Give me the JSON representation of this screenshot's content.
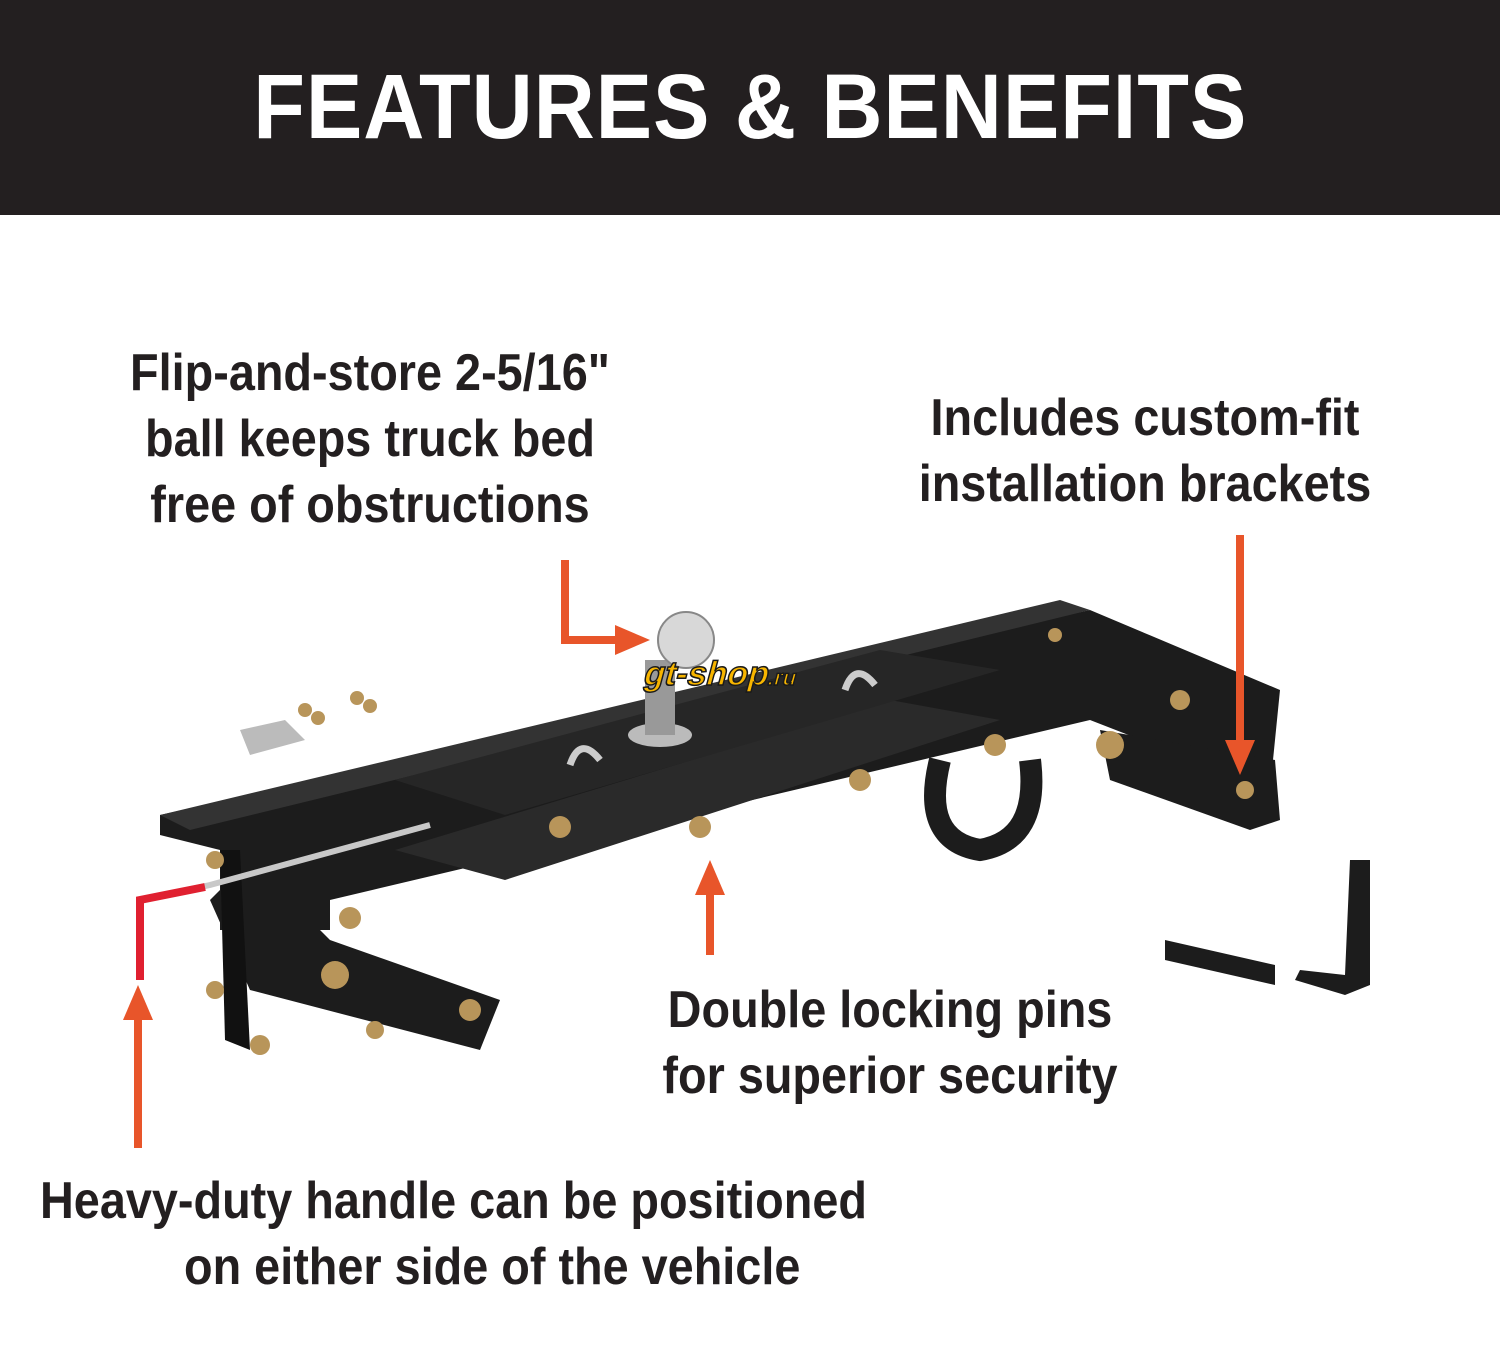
{
  "header": {
    "title": "FEATURES & BENEFITS"
  },
  "callouts": [
    {
      "lines": [
        "Flip-and-store 2-5/16\"",
        "ball keeps truck bed",
        "free of obstructions"
      ]
    },
    {
      "lines": [
        "Includes custom-fit",
        "installation brackets"
      ]
    },
    {
      "lines": [
        "Double locking pins",
        "for superior security"
      ]
    },
    {
      "lines": [
        "Heavy-duty handle can be positioned",
        "on either side of the vehicle"
      ]
    }
  ],
  "watermark": "gt-shop.ru",
  "colors": {
    "header_bg": "#231f20",
    "arrow": "#e8552a",
    "steel": "#1c1c1c",
    "bolt": "#b8955a",
    "handle": "#e02030"
  }
}
